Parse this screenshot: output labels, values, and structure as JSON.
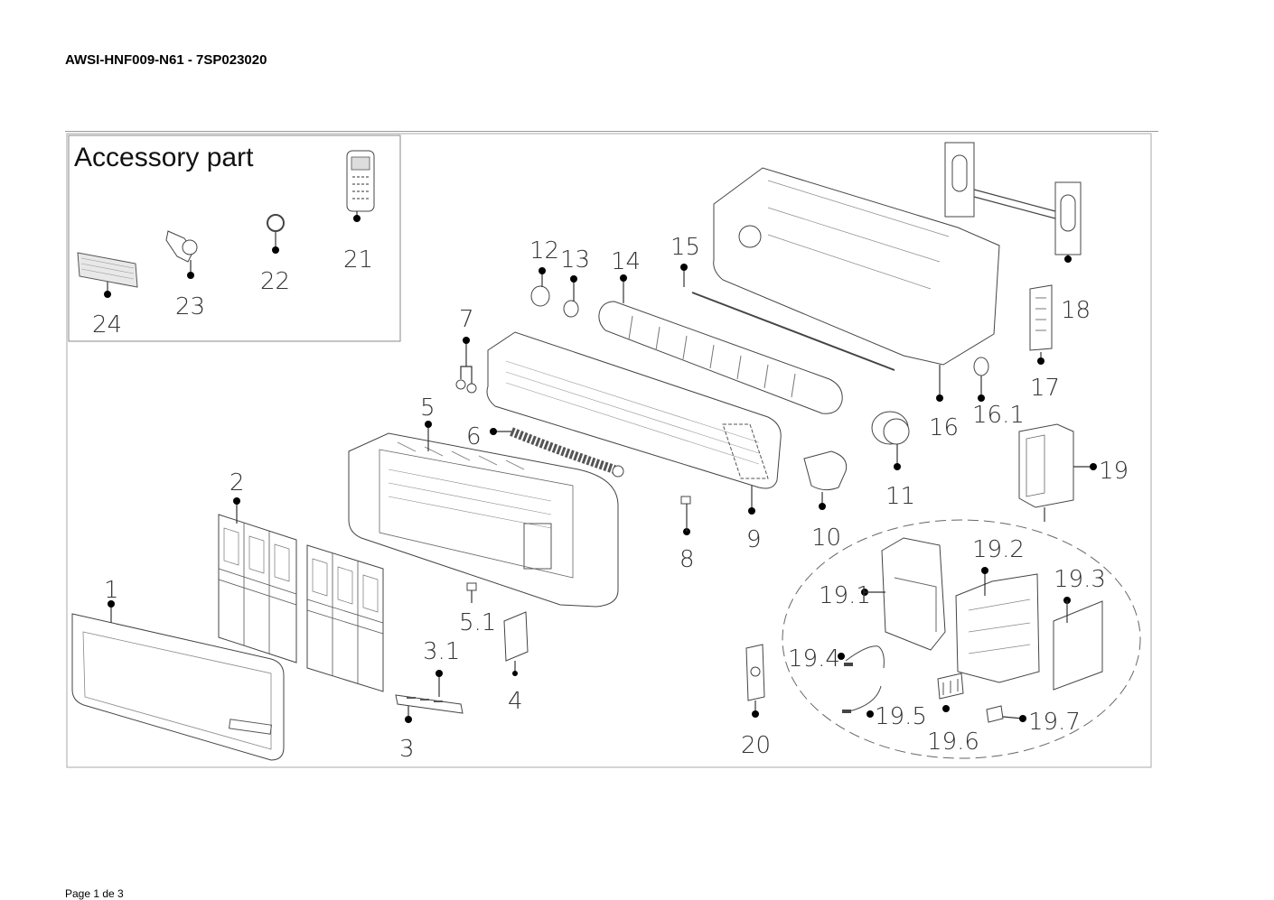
{
  "document": {
    "title": "AWSI-HNF009-N61 - 7SP023020",
    "footer": "Page 1 de 3"
  },
  "accessory_box": {
    "title": "Accessory part"
  },
  "part_labels": {
    "p1": "1",
    "p2": "2",
    "p3": "3",
    "p3_1": "3.1",
    "p4": "4",
    "p5": "5",
    "p5_1": "5.1",
    "p6": "6",
    "p7": "7",
    "p8": "8",
    "p9": "9",
    "p10": "10",
    "p11": "11",
    "p12": "12",
    "p13": "13",
    "p14": "14",
    "p15": "15",
    "p16": "16",
    "p16_1": "16.1",
    "p17": "17",
    "p18": "18",
    "p19": "19",
    "p19_1": "19.1",
    "p19_2": "19.2",
    "p19_3": "19.3",
    "p19_4": "19.4",
    "p19_5": "19.5",
    "p19_6": "19.6",
    "p19_7": "19.7",
    "p20": "20",
    "p21": "21",
    "p22": "22",
    "p23": "23",
    "p24": "24"
  }
}
